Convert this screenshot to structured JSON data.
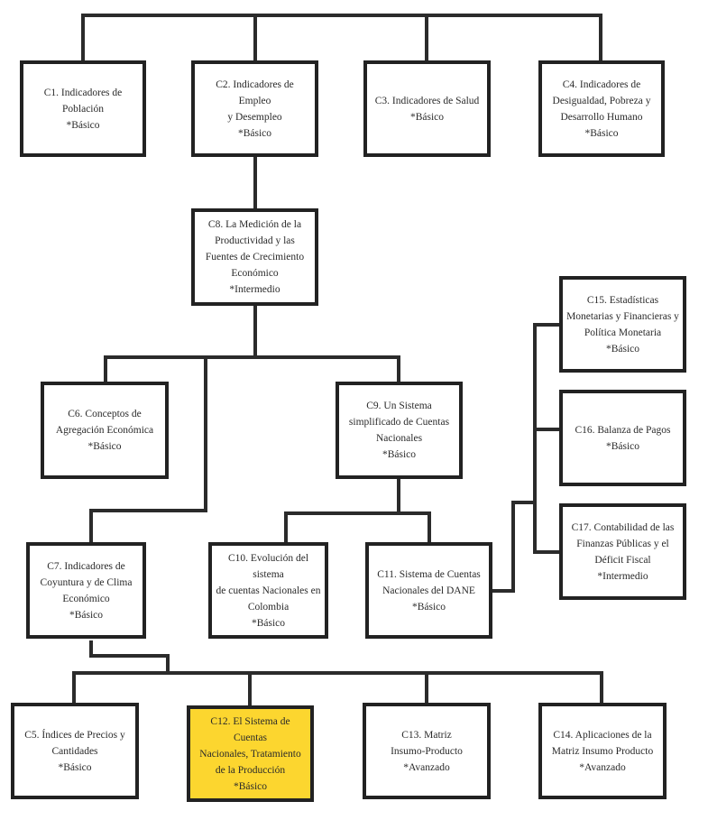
{
  "colors": {
    "line": "#2b2b2b",
    "border": "#222222",
    "highlight": "#fcd62f",
    "background": "#ffffff"
  },
  "nodes": {
    "c1": {
      "lines": [
        "C1. Indicadores de",
        "Población"
      ],
      "level": "*Básico"
    },
    "c2": {
      "lines": [
        "C2. Indicadores de Empleo",
        "y Desempleo"
      ],
      "level": "*Básico"
    },
    "c3": {
      "lines": [
        "C3. Indicadores de Salud"
      ],
      "level": "*Básico"
    },
    "c4": {
      "lines": [
        "C4. Indicadores de",
        "Desigualdad, Pobreza y",
        "Desarrollo Humano"
      ],
      "level": "*Básico"
    },
    "c8": {
      "lines": [
        "C8. La Medición de la",
        "Productividad y las",
        "Fuentes de Crecimiento",
        "Económico"
      ],
      "level": "*Intermedio"
    },
    "c6": {
      "lines": [
        "C6. Conceptos de",
        "Agregación Económica"
      ],
      "level": "*Básico"
    },
    "c9": {
      "lines": [
        "C9. Un Sistema",
        "simplificado de Cuentas",
        "Nacionales"
      ],
      "level": "*Básico"
    },
    "c15": {
      "lines": [
        "C15. Estadísticas",
        "Monetarias y Financieras y",
        "Política Monetaria"
      ],
      "level": "*Básico"
    },
    "c16": {
      "lines": [
        "C16. Balanza de Pagos"
      ],
      "level": "*Básico"
    },
    "c17": {
      "lines": [
        "C17. Contabilidad de las",
        "Finanzas Públicas y el",
        "Déficit Fiscal"
      ],
      "level": "*Intermedio"
    },
    "c7": {
      "lines": [
        "C7. Indicadores de",
        "Coyuntura y de Clima",
        "Económico"
      ],
      "level": "*Básico"
    },
    "c10": {
      "lines": [
        "C10. Evolución del sistema",
        "de cuentas Nacionales en",
        "Colombia"
      ],
      "level": "*Básico"
    },
    "c11": {
      "lines": [
        "C11. Sistema de Cuentas",
        "Nacionales del DANE"
      ],
      "level": "*Básico"
    },
    "c5": {
      "lines": [
        "C5. Índices de Precios y",
        "Cantidades"
      ],
      "level": "*Básico"
    },
    "c12": {
      "lines": [
        "C12. El Sistema de Cuentas",
        "Nacionales, Tratamiento",
        "de la Producción"
      ],
      "level": "*Básico",
      "highlighted": true
    },
    "c13": {
      "lines": [
        "C13. Matriz",
        "Insumo-Producto"
      ],
      "level": "*Avanzado"
    },
    "c14": {
      "lines": [
        "C14. Aplicaciones de la",
        "Matriz Insumo Producto"
      ],
      "level": "*Avanzado"
    }
  }
}
